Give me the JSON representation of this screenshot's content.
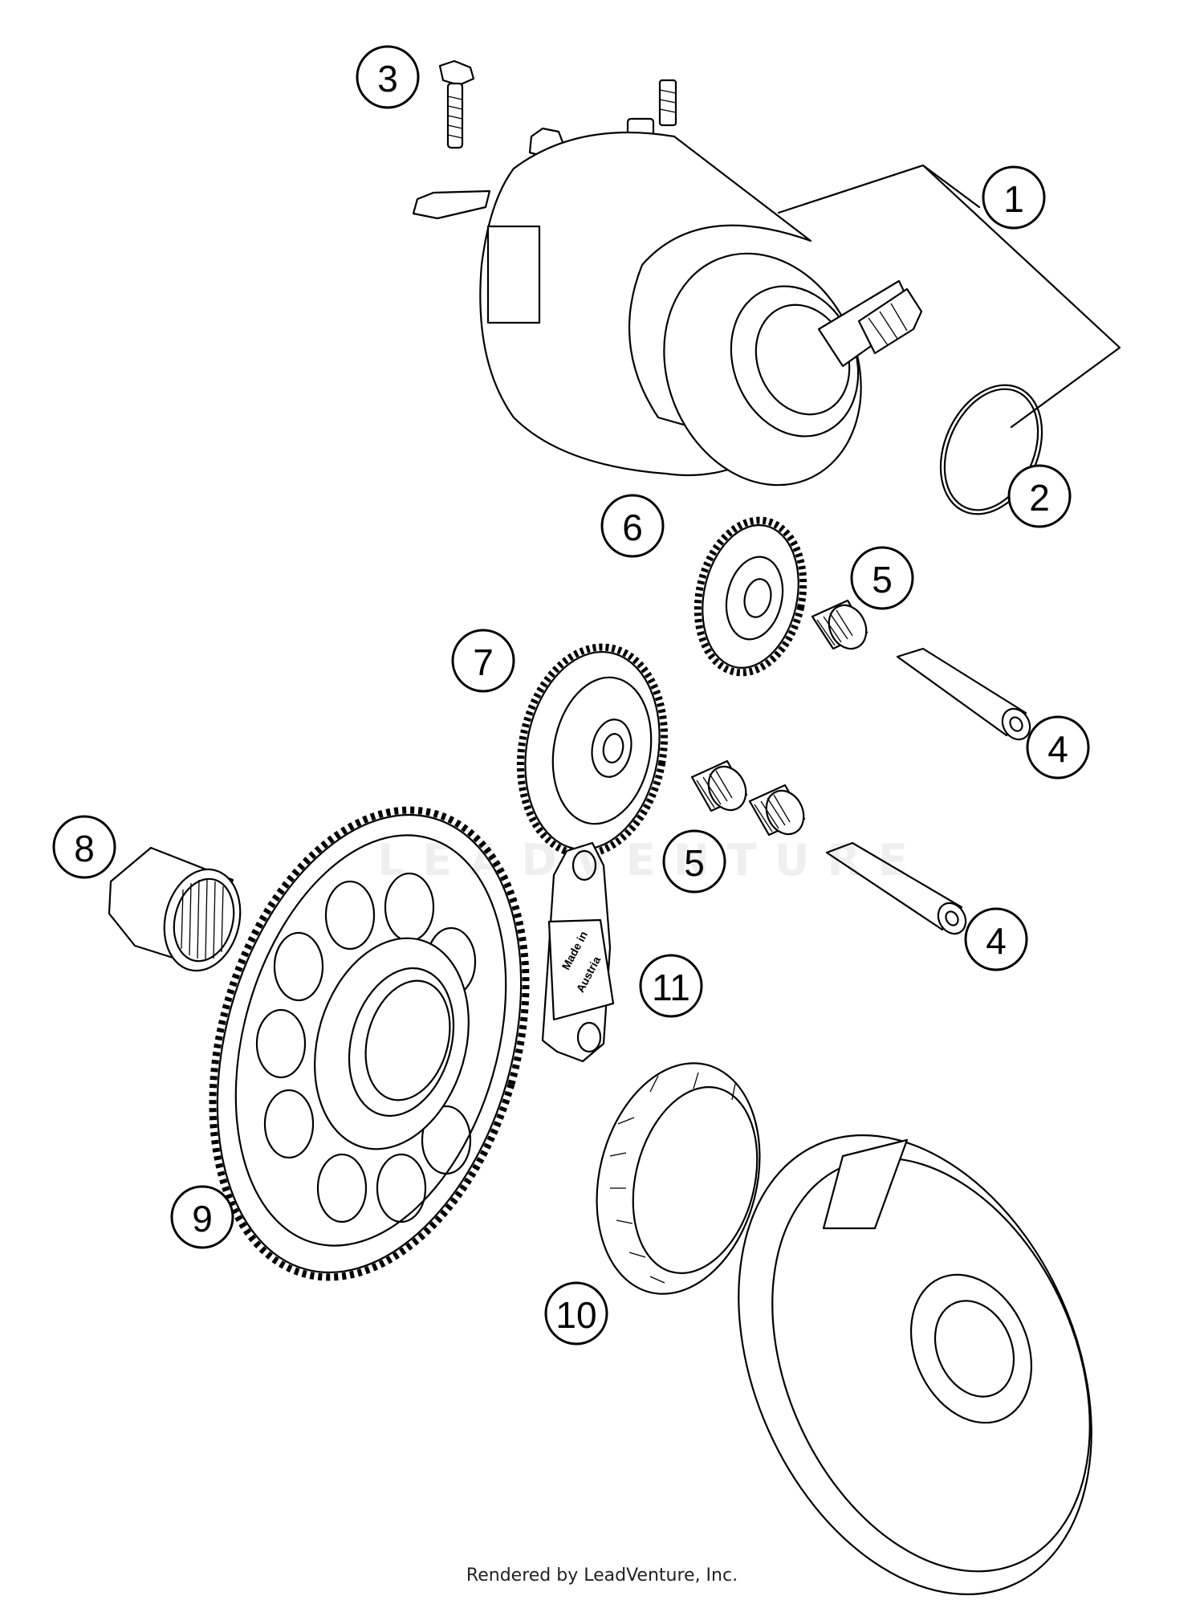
{
  "callouts": [
    {
      "id": "part-1",
      "label": "1"
    },
    {
      "id": "part-2",
      "label": "2"
    },
    {
      "id": "part-3",
      "label": "3"
    },
    {
      "id": "part-4a",
      "label": "4"
    },
    {
      "id": "part-4b",
      "label": "4"
    },
    {
      "id": "part-5a",
      "label": "5"
    },
    {
      "id": "part-5b",
      "label": "5"
    },
    {
      "id": "part-6",
      "label": "6"
    },
    {
      "id": "part-7",
      "label": "7"
    },
    {
      "id": "part-8",
      "label": "8"
    },
    {
      "id": "part-9",
      "label": "9"
    },
    {
      "id": "part-10",
      "label": "10"
    },
    {
      "id": "part-11",
      "label": "11"
    }
  ],
  "stamp": {
    "line1": "Made in",
    "line2": "Austria"
  },
  "watermark": "LEADVENTURE",
  "footer": "Rendered by LeadVenture, Inc."
}
